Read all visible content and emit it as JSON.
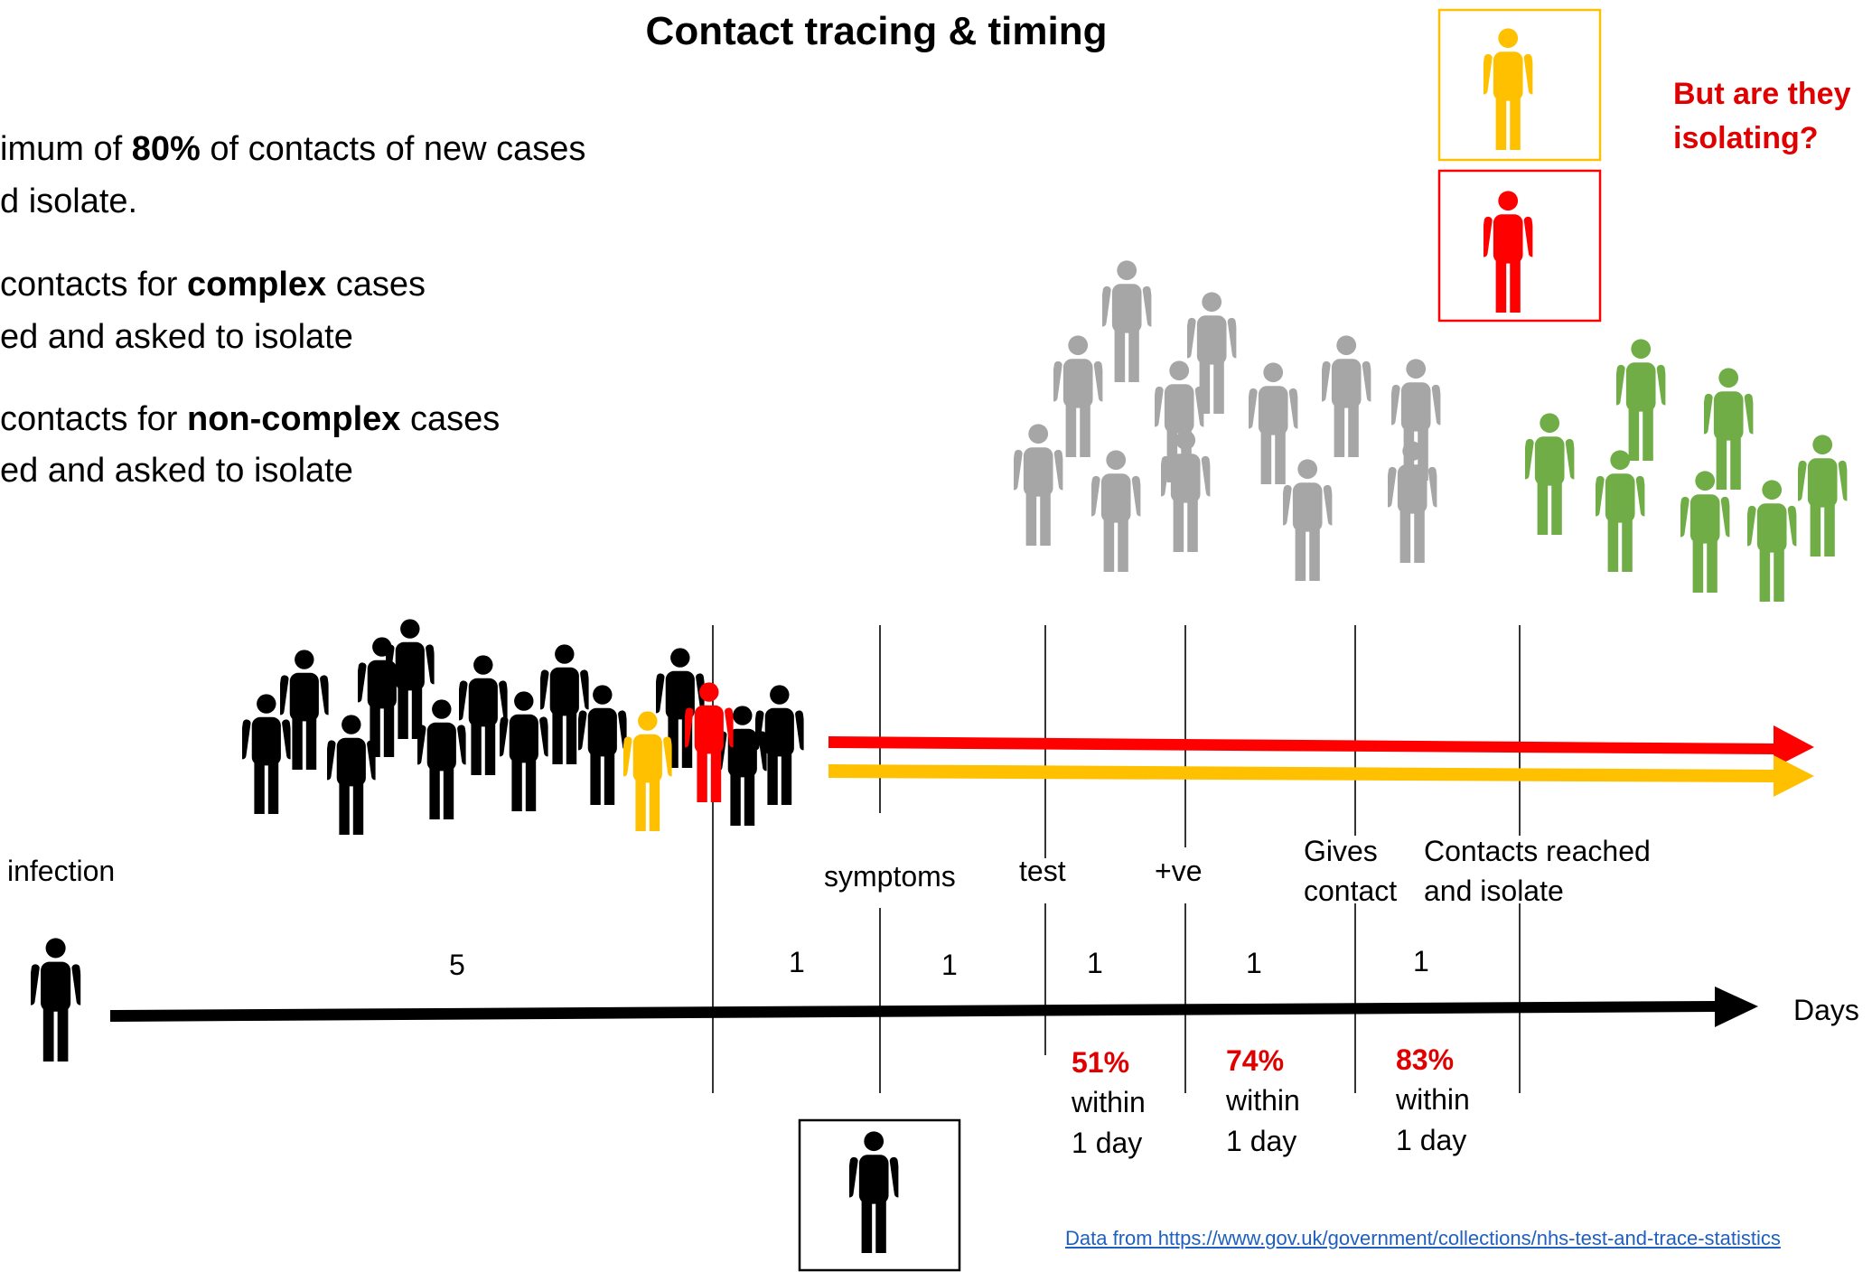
{
  "title": "Contact tracing & timing",
  "bullets": [
    {
      "l1_a": "imum of ",
      "l1_b": "80%",
      "l1_c": " of contacts of new cases",
      "l2": "d isolate."
    },
    {
      "l1_a": "contacts for ",
      "l1_b": "complex",
      "l1_c": " cases",
      "l2": "ed and asked to isolate"
    },
    {
      "l1_a": "contacts for ",
      "l1_b": "non-complex",
      "l1_c": " cases",
      "l2": "ed and asked to isolate"
    }
  ],
  "question": {
    "line1": "But are they",
    "line2": "isolating?"
  },
  "timeline": {
    "events": {
      "infection": "infection",
      "symptoms": "symptoms",
      "test": "test",
      "positive": "+ve",
      "gives_contact_1": "Gives",
      "gives_contact_2": "contact",
      "reached_1": "Contacts reached",
      "reached_2": "and isolate"
    },
    "durations": [
      "5",
      "1",
      "1",
      "1",
      "1",
      "1"
    ],
    "axis_label": "Days",
    "stats": [
      {
        "percent": "51%",
        "line1": "within",
        "line2": "1 day"
      },
      {
        "percent": "74%",
        "line1": "within",
        "line2": "1 day"
      },
      {
        "percent": "83%",
        "line1": "within",
        "line2": "1 day"
      }
    ]
  },
  "source": "Data from https://www.gov.uk/government/collections/nhs-test-and-trace-statistics",
  "colors": {
    "black": "#000000",
    "red": "#ff0000",
    "yellow": "#ffc000",
    "grey": "#a6a6a6",
    "green": "#70ad47",
    "stat_red": "#e00000"
  }
}
